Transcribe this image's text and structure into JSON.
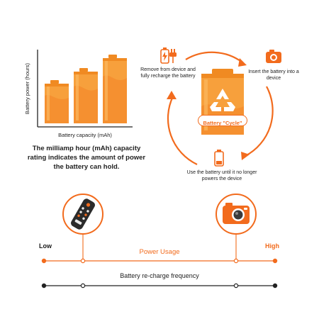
{
  "colors": {
    "accent": "#f26b1d",
    "battery": "#f7a03c",
    "battery_dark": "#f08a22",
    "line": "#222222"
  },
  "bar_chart": {
    "ylabel": "Battery power (hours)",
    "xlabel": "Battery capacity (mAh)"
  },
  "description": "The milliamp hour (mAh) capacity rating indicates the amount of power the battery can hold.",
  "cycle": {
    "center_label": "Battery \"Cycle\"",
    "steps": [
      {
        "icon": "charger-icon",
        "text": "Remove from device and fully recharge the battery"
      },
      {
        "icon": "camera-icon",
        "text": "Insert the battery into a device"
      },
      {
        "icon": "low-battery-icon",
        "text": "Use the battery until it no longer powers the device"
      }
    ]
  },
  "scale": {
    "low_label": "Low",
    "high_label": "High",
    "usage_label": "Power Usage",
    "frequency_label": "Battery re-charge frequency",
    "low_device_icon": "remote-control-icon",
    "high_device_icon": "camera-icon"
  }
}
